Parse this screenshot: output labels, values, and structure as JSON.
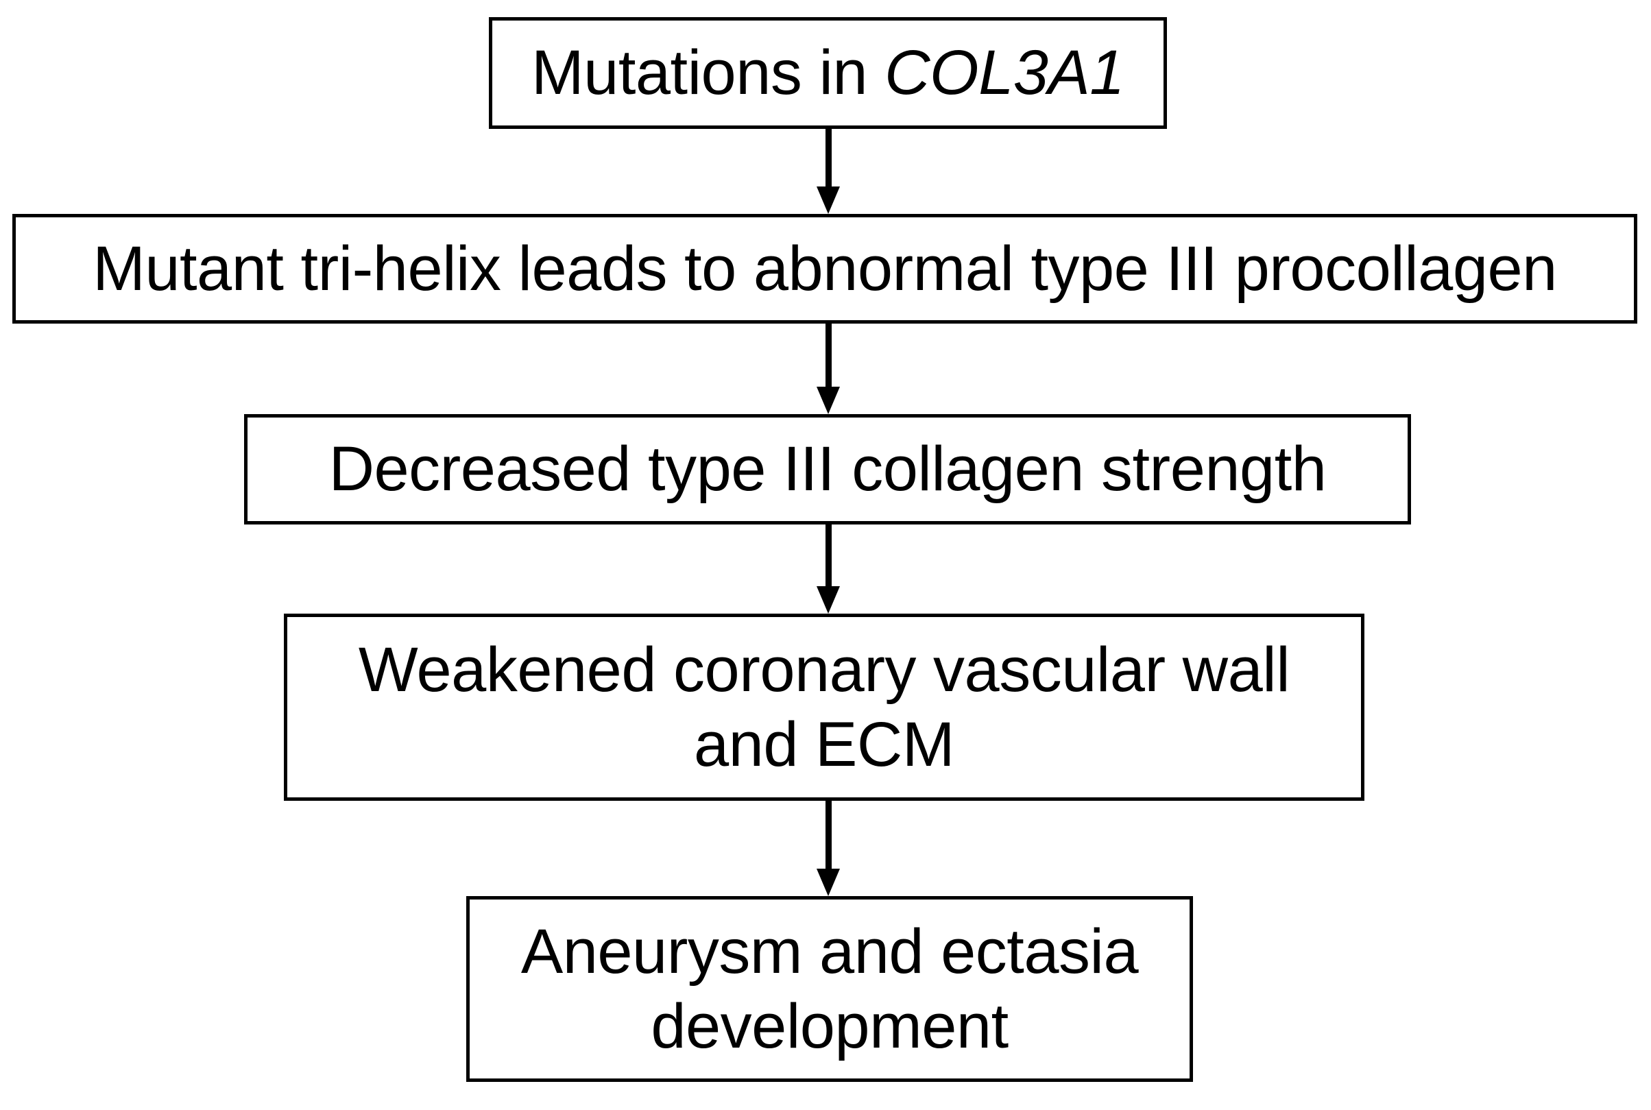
{
  "diagram": {
    "title": "COL3A1 mutation pathogenesis flowchart",
    "orientation": "top-to-bottom",
    "background_color": "#ffffff",
    "line_color": "#000000",
    "text_color": "#000000",
    "nodes": [
      {
        "id": "mutations-col3a1",
        "text_plain": "Mutations in COL3A1",
        "text_prefix": "Mutations in ",
        "text_italic": "COL3A1",
        "shape": "rectangle"
      },
      {
        "id": "mutant-tri-helix",
        "text_plain": "Mutant tri-helix leads to abnormal type III procollagen",
        "shape": "rectangle"
      },
      {
        "id": "decreased-collagen-strength",
        "text_plain": "Decreased type III collagen strength",
        "shape": "rectangle"
      },
      {
        "id": "weakened-vascular-wall",
        "text_plain": "Weakened coronary vascular wall\nand ECM",
        "shape": "rectangle"
      },
      {
        "id": "aneurysm-ectasia",
        "text_plain": "Aneurysm and ectasia\ndevelopment",
        "shape": "rectangle"
      }
    ],
    "edges": [
      {
        "id": "edge-1",
        "from": "mutations-col3a1",
        "to": "mutant-tri-helix",
        "style": "solid-arrow-down"
      },
      {
        "id": "edge-2",
        "from": "mutant-tri-helix",
        "to": "decreased-collagen-strength",
        "style": "solid-arrow-down"
      },
      {
        "id": "edge-3",
        "from": "decreased-collagen-strength",
        "to": "weakened-vascular-wall",
        "style": "solid-arrow-down"
      },
      {
        "id": "edge-4",
        "from": "weakened-vascular-wall",
        "to": "aneurysm-ectasia",
        "style": "solid-arrow-down"
      }
    ]
  }
}
